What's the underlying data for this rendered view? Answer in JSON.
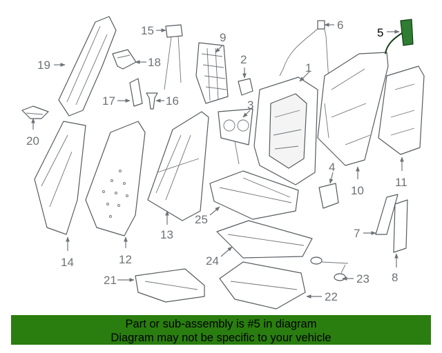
{
  "callouts": {
    "c1": "1",
    "c2": "2",
    "c3": "3",
    "c4": "4",
    "c5": "5",
    "c6": "6",
    "c7": "7",
    "c8": "8",
    "c9": "9",
    "c10": "10",
    "c11": "11",
    "c12": "12",
    "c13": "13",
    "c14": "14",
    "c15": "15",
    "c16": "16",
    "c17": "17",
    "c18": "18",
    "c19": "19",
    "c20": "20",
    "c21": "21",
    "c22": "22",
    "c23": "23",
    "c24": "24",
    "c25": "25"
  },
  "highlighted_part": "5",
  "colors": {
    "banner": "#2a7d0f",
    "highlight": "#2f7d32",
    "line": "#555a5f"
  },
  "banner": {
    "line1": "Part or sub-assembly is #5 in diagram",
    "line2": "Diagram may not be specific to your vehicle"
  }
}
